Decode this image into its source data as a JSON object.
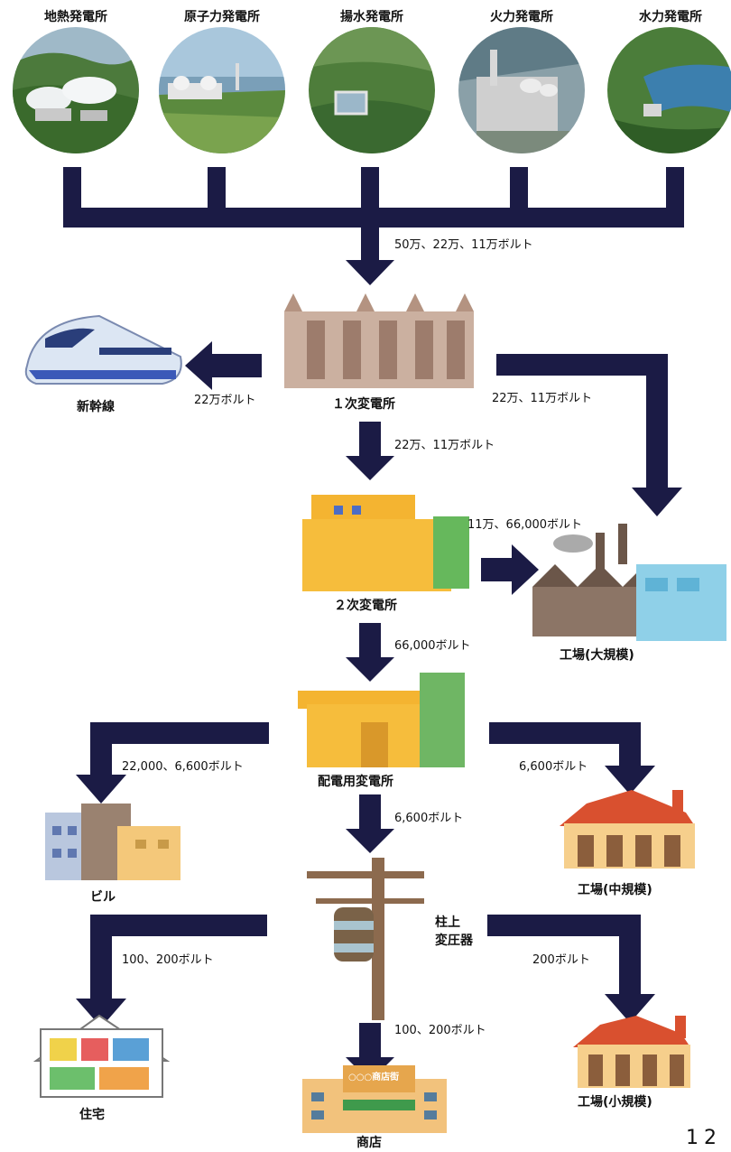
{
  "plants": [
    {
      "name": "地熱発電所",
      "icon": "geothermal-plant-photo"
    },
    {
      "name": "原子力発電所",
      "icon": "nuclear-plant-photo"
    },
    {
      "name": "揚水発電所",
      "icon": "pumped-storage-plant-photo"
    },
    {
      "name": "火力発電所",
      "icon": "thermal-plant-photo"
    },
    {
      "name": "水力発電所",
      "icon": "hydro-plant-photo"
    }
  ],
  "voltages": {
    "plants_to_primary": "50万、22万、11万ボルト",
    "primary_to_shinkansen": "22万ボルト",
    "primary_to_secondary": "22万、11万ボルト",
    "primary_to_large_factory": "22万、11万ボルト",
    "secondary_to_large_factory": "11万、66,000ボルト",
    "secondary_to_distribution": "66,000ボルト",
    "distribution_to_building": "22,000、6,600ボルト",
    "distribution_to_medium_factory": "6,600ボルト",
    "distribution_to_pole": "6,600ボルト",
    "pole_to_house": "100、200ボルト",
    "pole_to_shop": "100、200ボルト",
    "pole_to_small_factory": "200ボルト"
  },
  "facilities": {
    "primary_substation": "１次変電所",
    "shinkansen": "新幹線",
    "secondary_substation": "２次変電所",
    "large_factory": "工場(大規模)",
    "distribution_substation": "配電用変電所",
    "building": "ビル",
    "medium_factory": "工場(中規模)",
    "pole_transformer": "柱上\n変圧器",
    "house": "住宅",
    "shop": "商店",
    "small_factory": "工場(小規模)"
  },
  "shop_sign": "○○○商店街",
  "page_number": "12",
  "colors": {
    "arrow": "#1b1b45",
    "building_orange": "#f4b431",
    "substation_brown": "#c8a28c"
  }
}
